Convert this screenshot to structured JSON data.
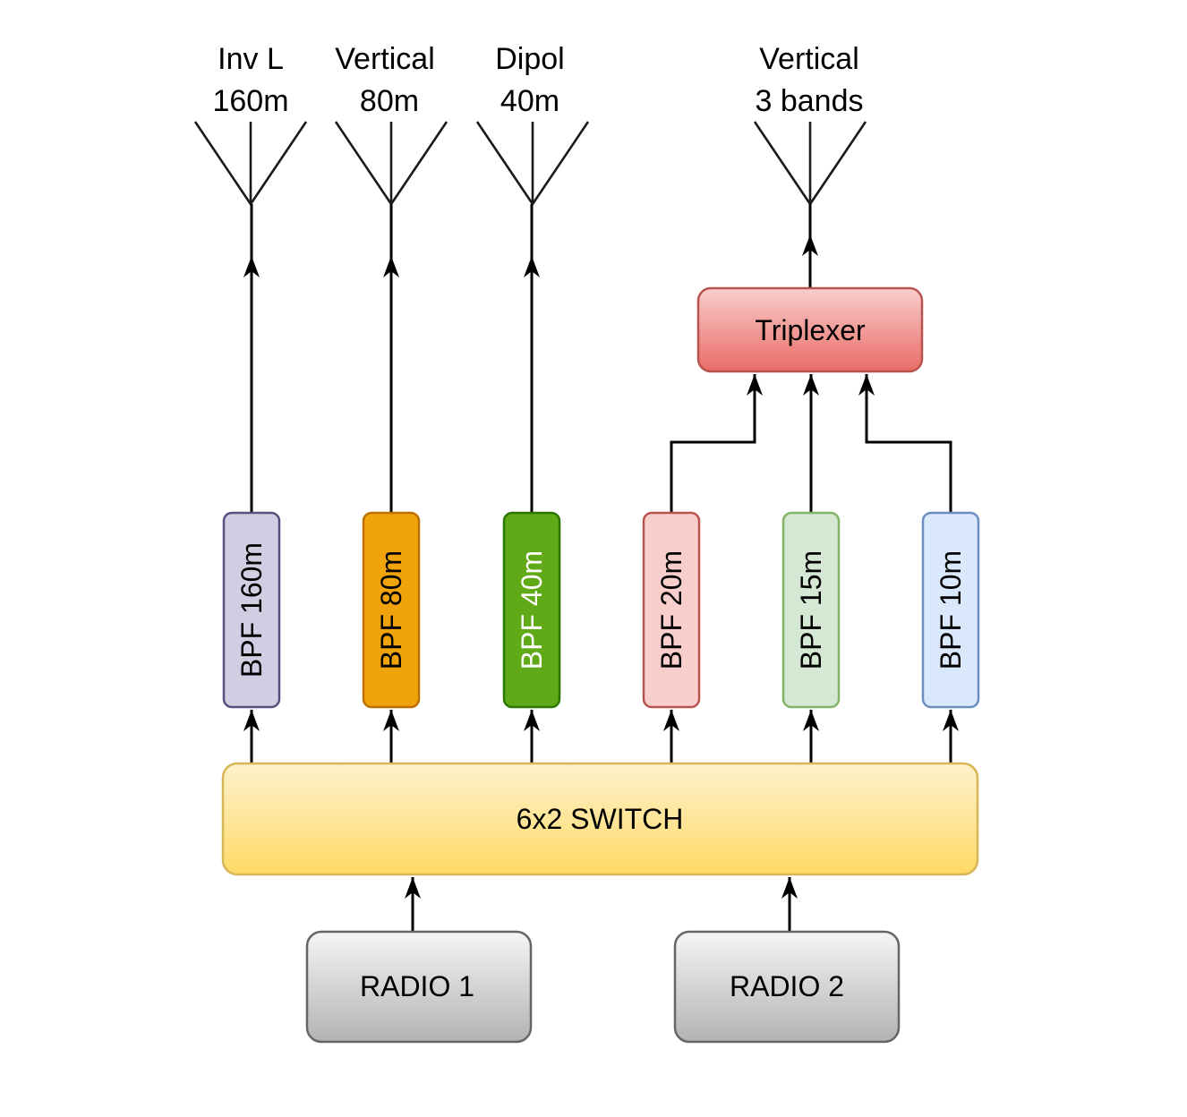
{
  "antennas": [
    {
      "id": "ant-invl",
      "line1": "Inv L",
      "line2": "160m"
    },
    {
      "id": "ant-vert80",
      "line1": "Vertical",
      "line2": "80m"
    },
    {
      "id": "ant-dipol",
      "line1": "Dipol",
      "line2": "40m"
    },
    {
      "id": "ant-vert3",
      "line1": "Vertical",
      "line2": "3 bands"
    }
  ],
  "triplexer": {
    "label": "Triplexer",
    "fill_top": "#f8cecc",
    "fill_bottom": "#ea6b66",
    "stroke": "#b85450"
  },
  "filters": [
    {
      "label": "BPF 160m",
      "fill": "#d0cee2",
      "stroke": "#56517e",
      "text": "#000000"
    },
    {
      "label": "BPF 80m",
      "fill": "#f0a30a",
      "stroke": "#bd7000",
      "text": "#000000"
    },
    {
      "label": "BPF 40m",
      "fill": "#60a917",
      "stroke": "#2d7600",
      "text": "#ffffff"
    },
    {
      "label": "BPF 20m",
      "fill": "#f8cecc",
      "stroke": "#b85450",
      "text": "#000000"
    },
    {
      "label": "BPF 15m",
      "fill": "#d5e8d4",
      "stroke": "#82b366",
      "text": "#000000"
    },
    {
      "label": "BPF 10m",
      "fill": "#dae8fc",
      "stroke": "#6c8ebf",
      "text": "#000000"
    }
  ],
  "switch": {
    "label": "6x2 SWITCH",
    "fill_top": "#fff2cc",
    "fill_bottom": "#ffd966",
    "stroke": "#d6b656"
  },
  "radios": [
    {
      "label": "RADIO 1"
    },
    {
      "label": "RADIO 2"
    }
  ],
  "radio_style": {
    "fill_top": "#f5f5f5",
    "fill_bottom": "#b3b3b3",
    "stroke": "#666666"
  }
}
